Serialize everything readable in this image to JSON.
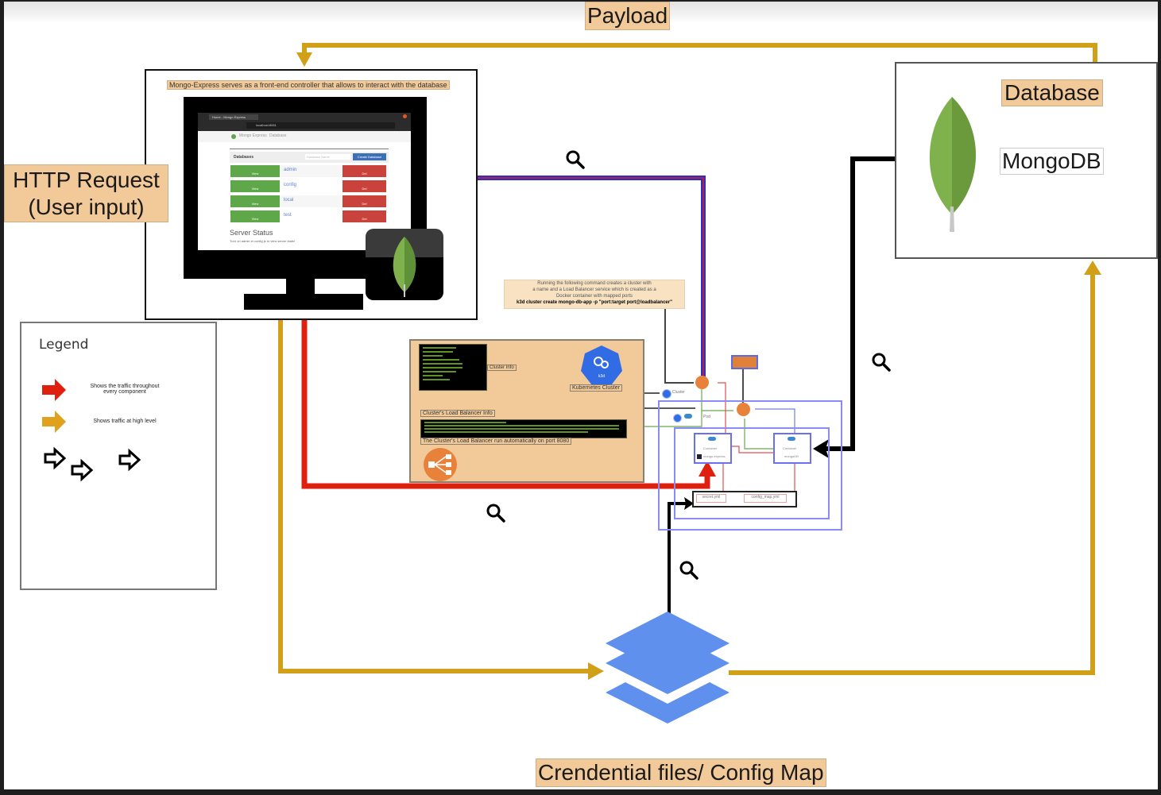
{
  "labels": {
    "payload": "Payload",
    "http_request_line1": "HTTP Request",
    "http_request_line2": "(User input)",
    "database": "Database",
    "mongodb": "MongoDB",
    "credentials": "Crendential files/ Config Map"
  },
  "mongo_express": {
    "caption": "Mongo-Express serves as a front-end controller that allows to interact with the database",
    "browser_tab": "Home - Mongo Express",
    "url": "localhost:8081",
    "nav_brand": "Mongo Express",
    "nav_menu": "Database",
    "databases_header": "Databases",
    "db_name_placeholder": "Database Name",
    "create_button": "Create Database",
    "view_label": "View",
    "del_label": "Del",
    "databases": [
      "admin",
      "config",
      "local",
      "test"
    ],
    "server_status_title": "Server Status",
    "server_status_text": "Turn on admin in config.js to view server stats!"
  },
  "legend": {
    "title": "Legend",
    "items": [
      {
        "color": "#e0200f",
        "text_line1": "Shows the traffic throughout",
        "text_line2": "every component"
      },
      {
        "color": "#e0a21c",
        "text_line1": "Shows traffic at high level",
        "text_line2": ""
      }
    ]
  },
  "cluster": {
    "command_note_line1": "Running the following command creates a cluster with",
    "command_note_line2": "a name and a Load Balancer service which is created as a",
    "command_note_line3": "Docker container with mapped ports",
    "command": "k3d cluster create mongo-db-app -p \"port:target port@loadbalancer\"",
    "cluster_info_label": "Cluster Info",
    "k8s_label": "Kubernetes Cluster",
    "k8s_icon_text": "k3d",
    "lb_info_label": "Cluster's Load Balancer Info",
    "lb_note": "The Cluster's Load Balancer run automatically on port 8080",
    "cluster_node_label": "Cluster",
    "pod_label": "Pod",
    "container_label": "Container",
    "container_left_name": "mongo-express",
    "container_right_name": "mongoDB",
    "secret_file": "secret.yml",
    "config_file": "config_map.yml"
  },
  "colors": {
    "gold": "#d0a118",
    "red": "#e0200f",
    "blue": "#2b2fc9",
    "tan": "#f2c998",
    "k8s_blue": "#326ce5",
    "lb_orange": "#e8823a",
    "mongo_green": "#6ba33d",
    "layer_blue": "#6090ee"
  }
}
